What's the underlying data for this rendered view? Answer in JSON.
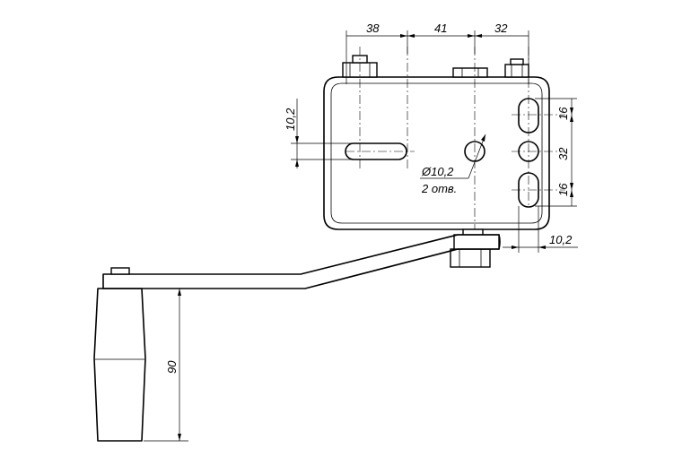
{
  "dimensions": {
    "top_38": "38",
    "top_41": "41",
    "top_32": "32",
    "left_10_2": "10,2",
    "right_16_top": "16",
    "right_32": "32",
    "right_16_bottom": "16",
    "bottom_10_2": "10,2",
    "handle_90": "90"
  },
  "hole_note": {
    "diameter": "Ø10,2",
    "count": "2 отв."
  }
}
